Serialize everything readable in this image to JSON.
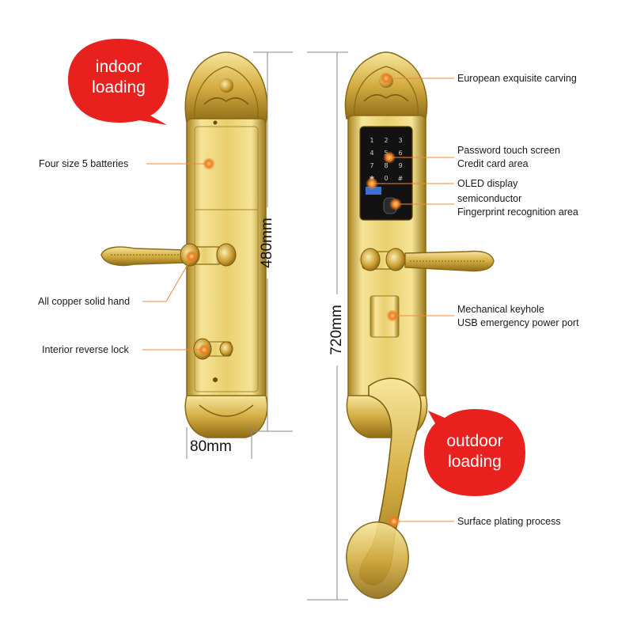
{
  "bubbles": {
    "indoor": [
      "indoor",
      "loading"
    ],
    "outdoor": [
      "outdoor",
      "loading"
    ]
  },
  "dimensions": {
    "height_back": "480mm",
    "height_front": "720mm",
    "width": "80mm"
  },
  "labels_left": {
    "batteries": "Four size 5 batteries",
    "handle": "All copper solid hand",
    "reverse_lock": "Interior reverse lock"
  },
  "labels_right": {
    "carving": "European exquisite carving",
    "touch_screen": [
      "Password touch screen",
      "Credit card area"
    ],
    "oled": "OLED display",
    "fingerprint": [
      "semiconductor",
      "Fingerprint recognition area"
    ],
    "keyhole": [
      "Mechanical keyhole",
      "USB emergency power port"
    ],
    "plating": "Surface plating process"
  },
  "colors": {
    "bubble_red": "#e8211f",
    "leader_orange": "#f08a3a",
    "gold_light": "#f4e08a",
    "gold_mid": "#d9b449",
    "gold_dark": "#9c7a1e",
    "screen_black": "#111111"
  }
}
